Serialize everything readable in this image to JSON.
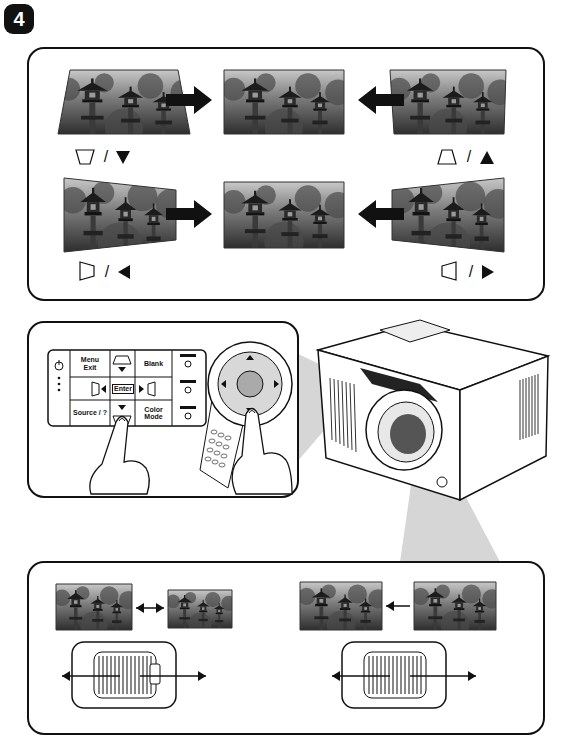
{
  "diagram": {
    "nodes": [
      {
        "text": [
          "Menu",
          "Exit"
        ]
      },
      {
        "text": [
          "Blank"
        ]
      },
      {
        "text": [
          "Enter"
        ]
      },
      {
        "text": [
          "Source / ?"
        ]
      },
      {
        "text": [
          "Color Mode"
        ]
      }
    ],
    "labels": [
      "4",
      "/",
      "/",
      "/",
      "/"
    ]
  }
}
